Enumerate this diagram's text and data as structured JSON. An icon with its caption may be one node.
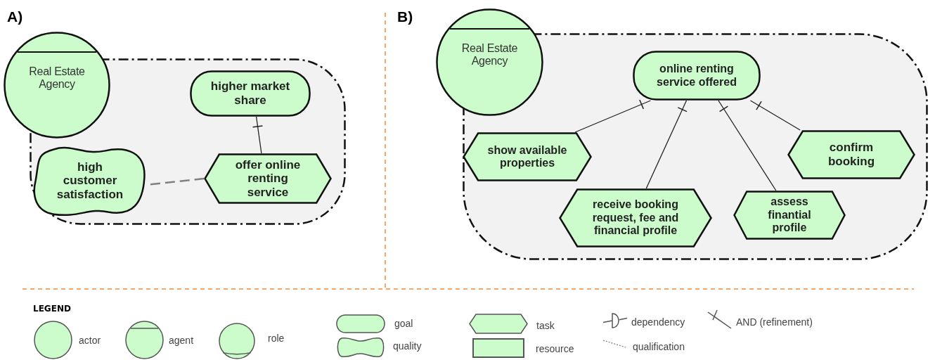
{
  "diagram": {
    "nodes": [
      {
        "text": [],
        "shape": "box"
      },
      {
        "text": [
          "Real Estate Agency"
        ]
      },
      {
        "text": [
          "higher market share"
        ],
        "in": 0
      },
      {
        "text": [
          "high customer satisfaction"
        ],
        "in": 0
      },
      {
        "text": [
          "offer online renting service"
        ],
        "in": 0
      },
      {
        "text": [],
        "shape": "box"
      },
      {
        "text": [
          "Real Estate Agency"
        ]
      },
      {
        "text": [
          "online renting service offered"
        ],
        "in": 5
      },
      {
        "text": [
          "show available properties"
        ],
        "in": 5
      },
      {
        "text": [
          "receive booking request, fee and financial profile"
        ],
        "in": 5
      },
      {
        "text": [
          "assess finantial profile"
        ],
        "in": 5
      },
      {
        "text": [
          "confirm booking"
        ],
        "in": 5
      }
    ],
    "edges": [
      {
        "from": 4,
        "to": 2,
        "arrow": "other"
      },
      {
        "from": 3,
        "to": 4,
        "arrow": "none",
        "style": "dashed",
        "color": "#808080"
      },
      {
        "from": 8,
        "to": 7,
        "arrow": "other"
      },
      {
        "from": 9,
        "to": 7,
        "arrow": "other"
      },
      {
        "from": 10,
        "to": 7,
        "arrow": "other"
      },
      {
        "from": 11,
        "to": 7,
        "arrow": "other"
      }
    ],
    "labels": [
      "A)",
      "B)",
      "LEGEND"
    ],
    "legend": [
      {
        "text": "actor"
      },
      {
        "text": "agent"
      },
      {
        "text": "role"
      },
      {
        "text": "goal"
      },
      {
        "text": "quality"
      },
      {
        "text": "task"
      },
      {
        "text": "resource"
      },
      {
        "text": "dependency"
      },
      {
        "text": "AND (refinement)"
      },
      {
        "text": "qualification"
      }
    ]
  }
}
